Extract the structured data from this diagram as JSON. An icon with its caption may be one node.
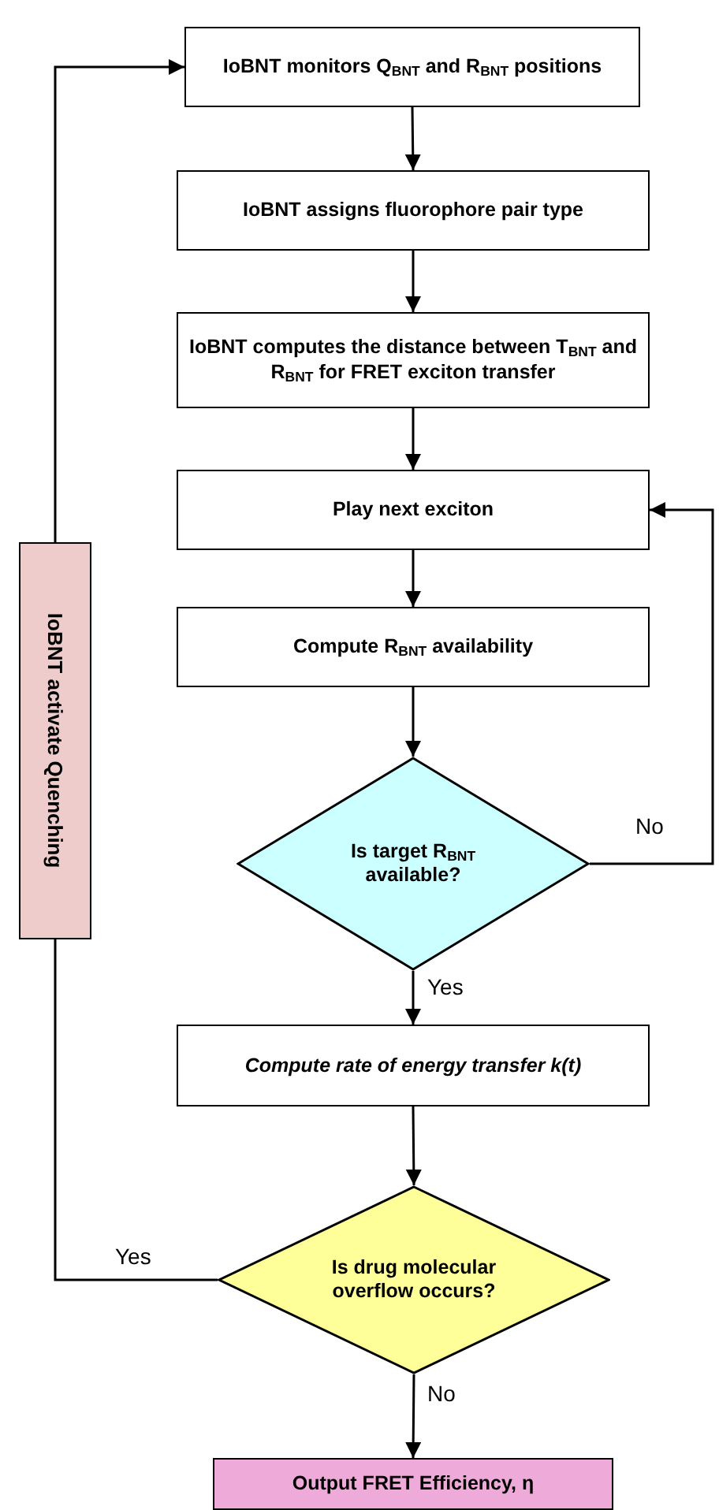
{
  "diagram": {
    "nodes": [
      {
        "text": [
          "IoBNT monitors Q$_{BNT}$ and  R$_{BNT}$ positions"
        ]
      },
      {
        "text": [
          "IoBNT assigns fluorophore pair type"
        ]
      },
      {
        "text": [
          "IoBNT computes the distance between T$_{BNT}$ and R$_{BNT}$ for FRET exciton transfer"
        ]
      },
      {
        "text": [
          "Play next exciton"
        ]
      },
      {
        "text": [
          "Compute R$_{BNT}$ availability"
        ]
      },
      {
        "text": [
          "Is target R$_{BNT}$ available?"
        ]
      },
      {
        "text": [
          "Compute rate of energy transfer k(t)"
        ]
      },
      {
        "text": [
          "Is drug molecular overflow occurs?"
        ]
      },
      {
        "text": [
          "Output FRET Efficiency, η"
        ]
      },
      {
        "text": [
          "IoBNT activate Quenching"
        ]
      }
    ],
    "edges": [
      {
        "from": 0,
        "to": 1,
        "arrow": "to"
      },
      {
        "from": 1,
        "to": 2,
        "arrow": "to"
      },
      {
        "from": 2,
        "to": 3,
        "arrow": "to"
      },
      {
        "from": 3,
        "to": 4,
        "arrow": "to"
      },
      {
        "from": 4,
        "to": 5,
        "arrow": "to"
      },
      {
        "from": 5,
        "to": 6,
        "arrow": "to",
        "label": "Yes"
      },
      {
        "from": 6,
        "to": 7,
        "arrow": "to"
      },
      {
        "from": 7,
        "to": 8,
        "arrow": "to",
        "label": "No"
      },
      {
        "from": 5,
        "to": 3,
        "arrow": "to",
        "label": "No"
      },
      {
        "from": 7,
        "to": 9,
        "arrow": "none",
        "label": "Yes"
      },
      {
        "from": 9,
        "to": 0,
        "arrow": "to"
      }
    ]
  }
}
